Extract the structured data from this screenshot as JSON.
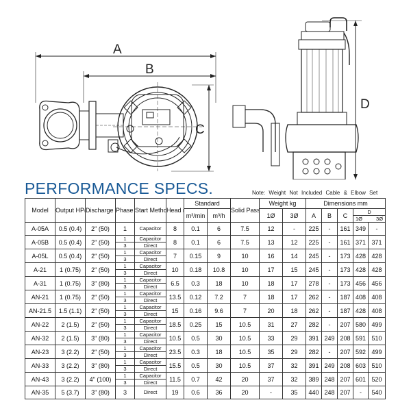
{
  "dimension_labels": {
    "a": "A",
    "b": "B",
    "c": "C",
    "d": "D"
  },
  "heading": "PERFORMANCE SPECS.",
  "note": "Note: Weight Not Included Cable & Elbow Set",
  "headers": {
    "model": "Model",
    "output": "Output HP(kW)",
    "discharge": "Discharge Inch(mm)",
    "phase": "Phase Ø",
    "start": "Start Method",
    "head": "Head m",
    "standard": "Standard",
    "std_m3min": "m³/min",
    "std_m3h": "m³/h",
    "solid": "Solid Passage mm",
    "weight": "Weight kg",
    "w1": "1Ø",
    "w3": "3Ø",
    "dims": "Dimensions mm",
    "dA": "A",
    "dB": "B",
    "dC": "C",
    "dD": "D",
    "d1": "1Ø",
    "d3": "3Ø"
  },
  "rows": [
    {
      "model": "A-05A",
      "output": "0.5 (0.4)",
      "discharge": "2\" (50)",
      "phase": [
        "1"
      ],
      "start": [
        "Capacitor"
      ],
      "head": "8",
      "m3min": "0.1",
      "m3h": "6",
      "solid": "7.5",
      "w1": "12",
      "w3": "-",
      "A": "225",
      "B": "-",
      "C": "161",
      "D1": "349",
      "D3": "-"
    },
    {
      "model": "A-05B",
      "output": "0.5 (0.4)",
      "discharge": "2\" (50)",
      "phase": [
        "1",
        "3"
      ],
      "start": [
        "Capacitor",
        "Direct"
      ],
      "head": "8",
      "m3min": "0.1",
      "m3h": "6",
      "solid": "7.5",
      "w1": "13",
      "w3": "12",
      "A": "225",
      "B": "-",
      "C": "161",
      "D1": "371",
      "D3": "371"
    },
    {
      "model": "A-05L",
      "output": "0.5 (0.4)",
      "discharge": "2\" (50)",
      "phase": [
        "1",
        "3"
      ],
      "start": [
        "Capacitor",
        "Direct"
      ],
      "head": "7",
      "m3min": "0.15",
      "m3h": "9",
      "solid": "10",
      "w1": "16",
      "w3": "14",
      "A": "245",
      "B": "-",
      "C": "173",
      "D1": "428",
      "D3": "428"
    },
    {
      "model": "A-21",
      "output": "1 (0.75)",
      "discharge": "2\" (50)",
      "phase": [
        "1",
        "3"
      ],
      "start": [
        "Capacitor",
        "Direct"
      ],
      "head": "10",
      "m3min": "0.18",
      "m3h": "10.8",
      "solid": "10",
      "w1": "17",
      "w3": "15",
      "A": "245",
      "B": "-",
      "C": "173",
      "D1": "428",
      "D3": "428"
    },
    {
      "model": "A-31",
      "output": "1 (0.75)",
      "discharge": "3\" (80)",
      "phase": [
        "1",
        "3"
      ],
      "start": [
        "Capacitor",
        "Direct"
      ],
      "head": "6.5",
      "m3min": "0.3",
      "m3h": "18",
      "solid": "10",
      "w1": "18",
      "w3": "17",
      "A": "278",
      "B": "-",
      "C": "173",
      "D1": "456",
      "D3": "456"
    },
    {
      "model": "AN-21",
      "output": "1 (0.75)",
      "discharge": "2\" (50)",
      "phase": [
        "1",
        "3"
      ],
      "start": [
        "Capacitor",
        "Direct"
      ],
      "head": "13.5",
      "m3min": "0.12",
      "m3h": "7.2",
      "solid": "7",
      "w1": "18",
      "w3": "17",
      "A": "262",
      "B": "-",
      "C": "187",
      "D1": "408",
      "D3": "408"
    },
    {
      "model": "AN-21.5",
      "output": "1.5 (1.1)",
      "discharge": "2\" (50)",
      "phase": [
        "1",
        "3"
      ],
      "start": [
        "Capacitor",
        "Direct"
      ],
      "head": "15",
      "m3min": "0.16",
      "m3h": "9.6",
      "solid": "7",
      "w1": "20",
      "w3": "18",
      "A": "262",
      "B": "-",
      "C": "187",
      "D1": "428",
      "D3": "408"
    },
    {
      "model": "AN-22",
      "output": "2 (1.5)",
      "discharge": "2\" (50)",
      "phase": [
        "1",
        "3"
      ],
      "start": [
        "Capacitor",
        "Direct"
      ],
      "head": "18.5",
      "m3min": "0.25",
      "m3h": "15",
      "solid": "10.5",
      "w1": "31",
      "w3": "27",
      "A": "282",
      "B": "-",
      "C": "207",
      "D1": "580",
      "D3": "499"
    },
    {
      "model": "AN-32",
      "output": "2 (1.5)",
      "discharge": "3\" (80)",
      "phase": [
        "1",
        "3"
      ],
      "start": [
        "Capacitor",
        "Direct"
      ],
      "head": "10.5",
      "m3min": "0.5",
      "m3h": "30",
      "solid": "10.5",
      "w1": "33",
      "w3": "29",
      "A": "391",
      "B": "249",
      "C": "208",
      "D1": "591",
      "D3": "510"
    },
    {
      "model": "AN-23",
      "output": "3 (2.2)",
      "discharge": "2\" (50)",
      "phase": [
        "1",
        "3"
      ],
      "start": [
        "Capacitor",
        "Direct"
      ],
      "head": "23.5",
      "m3min": "0.3",
      "m3h": "18",
      "solid": "10.5",
      "w1": "35",
      "w3": "29",
      "A": "282",
      "B": "-",
      "C": "207",
      "D1": "592",
      "D3": "499"
    },
    {
      "model": "AN-33",
      "output": "3 (2.2)",
      "discharge": "3\" (80)",
      "phase": [
        "1",
        "3"
      ],
      "start": [
        "Capacitor",
        "Direct"
      ],
      "head": "15.5",
      "m3min": "0.5",
      "m3h": "30",
      "solid": "10.5",
      "w1": "37",
      "w3": "32",
      "A": "391",
      "B": "249",
      "C": "208",
      "D1": "603",
      "D3": "510"
    },
    {
      "model": "AN-43",
      "output": "3 (2.2)",
      "discharge": "4\" (100)",
      "phase": [
        "1",
        "3"
      ],
      "start": [
        "Capacitor",
        "Direct"
      ],
      "head": "11.5",
      "m3min": "0.7",
      "m3h": "42",
      "solid": "20",
      "w1": "37",
      "w3": "32",
      "A": "389",
      "B": "248",
      "C": "207",
      "D1": "601",
      "D3": "520"
    },
    {
      "model": "AN-35",
      "output": "5 (3.7)",
      "discharge": "3\" (80)",
      "phase": [
        "3"
      ],
      "start": [
        "Direct"
      ],
      "head": "19",
      "m3min": "0.6",
      "m3h": "36",
      "solid": "20",
      "w1": "-",
      "w3": "35",
      "A": "440",
      "B": "248",
      "C": "207",
      "D1": "-",
      "D3": "540"
    }
  ]
}
